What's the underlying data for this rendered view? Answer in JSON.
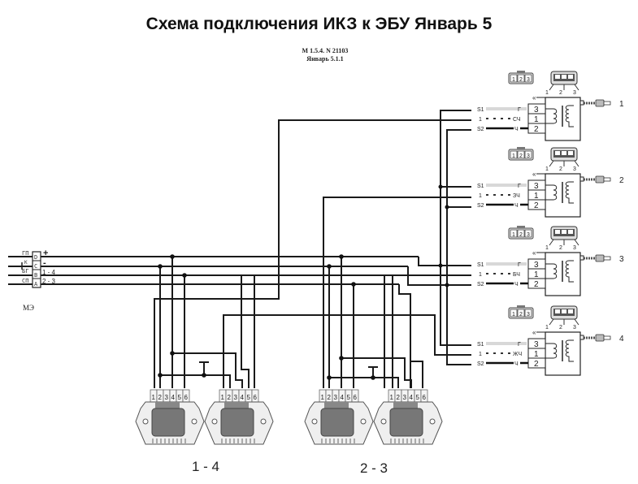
{
  "title": "Схема подключения ИКЗ к ЭБУ Январь 5",
  "subtitle_line1": "M 1.5.4. N 21103",
  "subtitle_line2": "Январь 5.1.1",
  "me_connector": {
    "label": "МЭ",
    "pins": [
      {
        "pin": "D",
        "wire": "ГП",
        "signal": "+"
      },
      {
        "pin": "C",
        "wire": "К",
        "wire2": "БГ",
        "signal": "-"
      },
      {
        "pin": "B",
        "wire": "БГ",
        "signal": "1 - 4"
      },
      {
        "pin": "A",
        "wire": "СП",
        "signal": "2 - 3"
      }
    ]
  },
  "coils": [
    {
      "number": "1",
      "wire_colors": [
        "Г",
        "СЧ",
        "Ч"
      ]
    },
    {
      "number": "2",
      "wire_colors": [
        "Г",
        "ЗЧ",
        "Ч"
      ]
    },
    {
      "number": "3",
      "wire_colors": [
        "Г",
        "БЧ",
        "Ч"
      ]
    },
    {
      "number": "4",
      "wire_colors": [
        "Г",
        "ЖЧ",
        "Ч"
      ]
    }
  ],
  "coil_pin_labels": [
    "3",
    "1",
    "2"
  ],
  "coil_wire_ids": [
    "S1",
    "1",
    "S2"
  ],
  "connector_pins": [
    "1",
    "2",
    "3"
  ],
  "commutator_pins": [
    "1",
    "2",
    "3",
    "4",
    "5",
    "6"
  ],
  "commutator_groups": [
    {
      "label": "1 - 4"
    },
    {
      "label": "2 - 3"
    }
  ]
}
